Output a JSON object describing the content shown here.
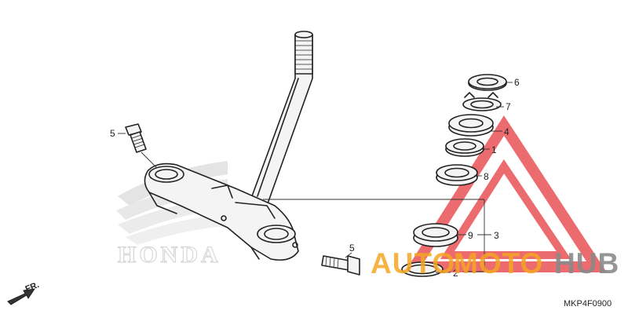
{
  "diagram": {
    "callouts": [
      {
        "id": "c1",
        "label": "1"
      },
      {
        "id": "c2",
        "label": "2"
      },
      {
        "id": "c3",
        "label": "3"
      },
      {
        "id": "c4",
        "label": "4"
      },
      {
        "id": "c5a",
        "label": "5"
      },
      {
        "id": "c5b",
        "label": "5"
      },
      {
        "id": "c6",
        "label": "6"
      },
      {
        "id": "c7",
        "label": "7"
      },
      {
        "id": "c8",
        "label": "8"
      },
      {
        "id": "c9",
        "label": "9"
      }
    ],
    "direction_label": "FR.",
    "drawing_code": "MKP4F0900",
    "background_logo_text": "HONDA"
  },
  "watermark": {
    "part1": "AUTO",
    "part2": "MOTO",
    "part3": "HUB",
    "colors": {
      "orange": "#f5a623",
      "red": "#e8474a",
      "gray": "#8a8a8a"
    }
  }
}
